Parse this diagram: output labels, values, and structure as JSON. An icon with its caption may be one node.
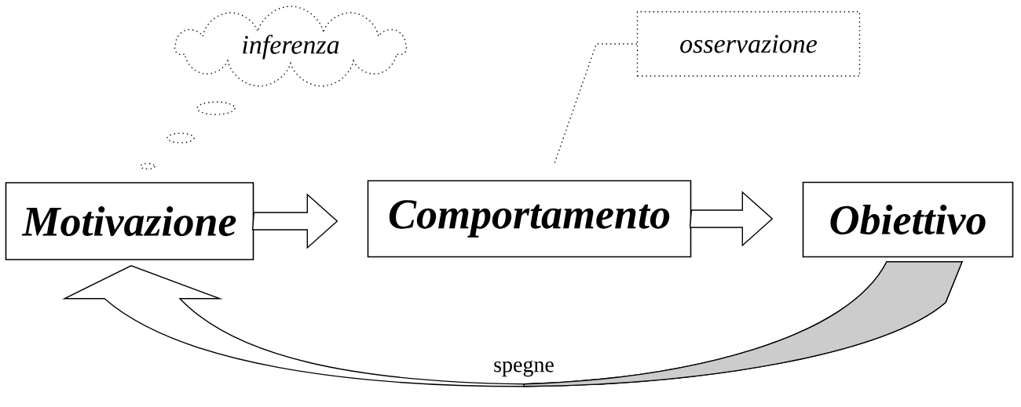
{
  "diagram": {
    "nodes": [
      {
        "text": [
          "Motivazione"
        ]
      },
      {
        "text": [
          "Comportamento"
        ]
      },
      {
        "text": [
          "Obiettivo"
        ]
      },
      {
        "text": [
          "inferenza"
        ]
      },
      {
        "text": [
          "osservazione"
        ]
      }
    ],
    "edges": [
      {
        "from": 0,
        "to": 1,
        "arrow": "to"
      },
      {
        "from": 1,
        "to": 2,
        "arrow": "to"
      },
      {
        "from": 2,
        "to": 0,
        "arrow": "to",
        "label": "spegne"
      },
      {
        "from": 4,
        "to": 1,
        "arrow": "none",
        "style": "dashed"
      }
    ]
  }
}
